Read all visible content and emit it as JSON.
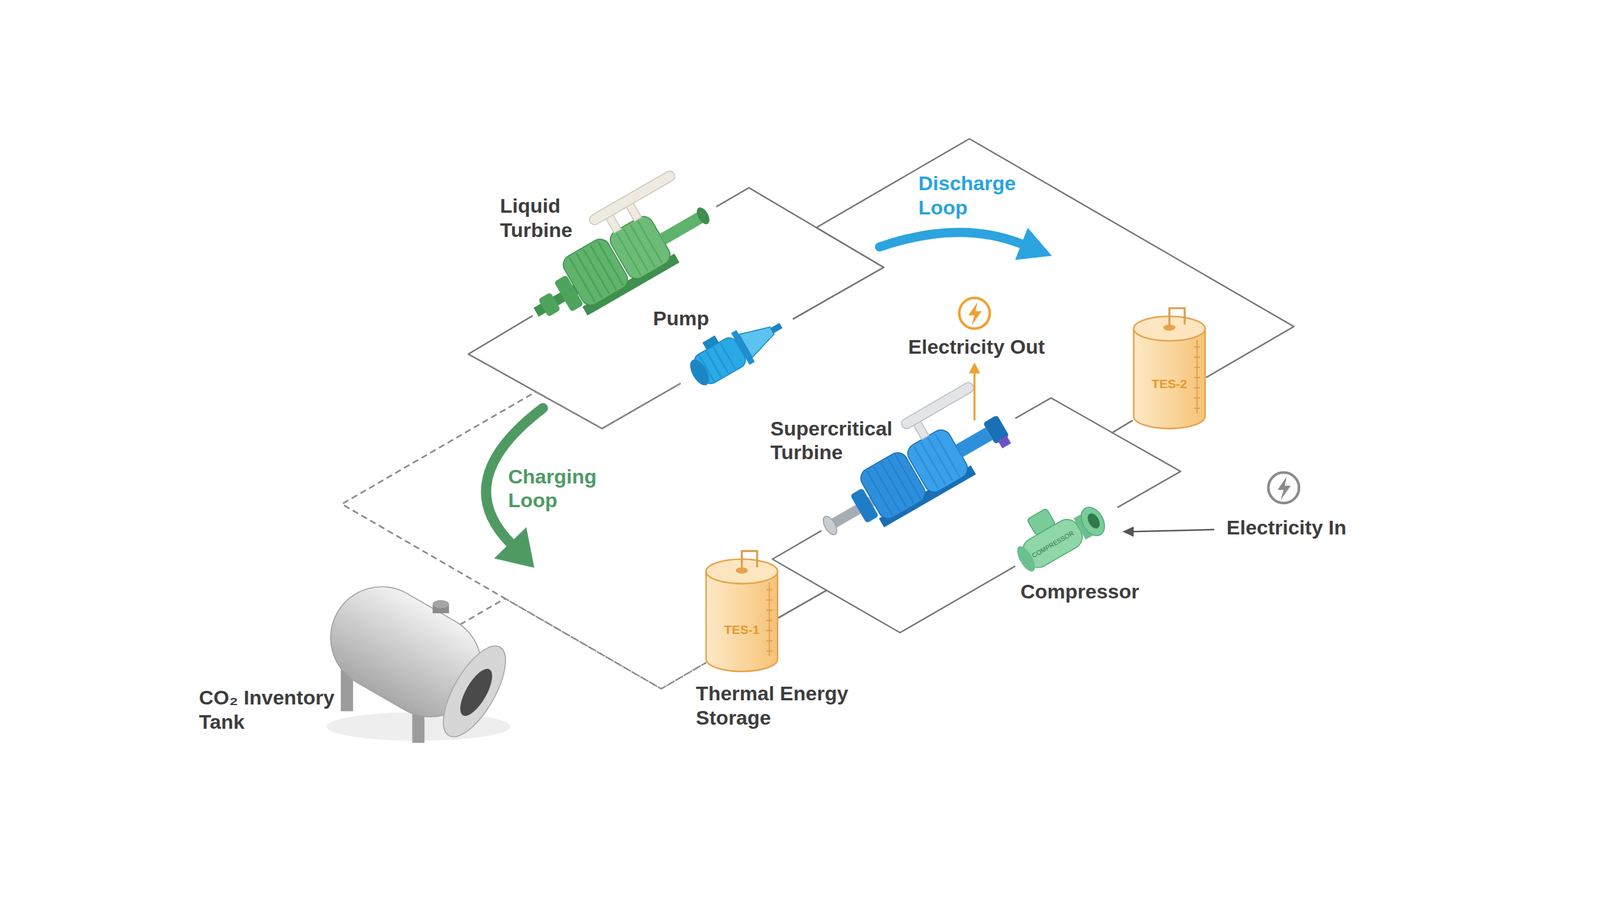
{
  "diagram": {
    "nodes": [
      {
        "text": [
          "Liquid Turbine"
        ]
      },
      {
        "text": [
          "Pump"
        ]
      },
      {
        "text": [
          "TES-2"
        ]
      },
      {
        "text": [
          "Supercritical Turbine"
        ]
      },
      {
        "text": [
          "Compressor"
        ]
      },
      {
        "text": [
          "TES-1",
          "Thermal Energy Storage"
        ]
      },
      {
        "text": [
          "CO₂ Inventory Tank"
        ]
      }
    ],
    "edges": [
      {
        "from": 0,
        "to": 1,
        "arrow": "none"
      },
      {
        "from": 0,
        "to": 1,
        "arrow": "none"
      },
      {
        "from": 1,
        "to": 2,
        "arrow": "none"
      },
      {
        "from": 2,
        "to": 3,
        "arrow": "none"
      },
      {
        "from": 2,
        "to": 4,
        "arrow": "none"
      },
      {
        "from": 3,
        "to": 5,
        "arrow": "none"
      },
      {
        "from": 4,
        "to": 5,
        "arrow": "none"
      },
      {
        "from": 1,
        "to": 5,
        "arrow": "none"
      },
      {
        "from": 6,
        "to": 5,
        "arrow": "none"
      },
      {
        "from": 6,
        "to": 1,
        "arrow": "none"
      }
    ],
    "labels": [
      "Discharge Loop",
      "Electricity Out",
      "Charging Loop",
      "Electricity In",
      "COMPRESSOR"
    ]
  }
}
